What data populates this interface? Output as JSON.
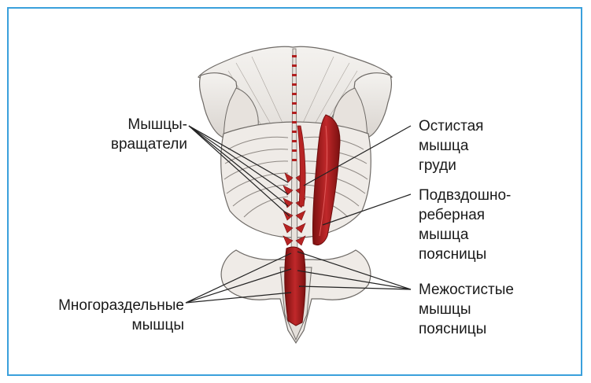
{
  "labels": {
    "rotatores": [
      "Мышцы-",
      "вращатели"
    ],
    "multifidus": [
      "Многораздельные",
      "мышцы"
    ],
    "spinalis": [
      "Остистая",
      "мышца",
      "груди"
    ],
    "iliocostalis": [
      "Подвздошно-",
      "реберная",
      "мышца",
      "поясницы"
    ],
    "interspinales": [
      "Межостистые",
      "мышцы",
      "поясницы"
    ]
  },
  "colors": {
    "frame": "#3aa0dc",
    "muscle": "#b01e1e",
    "muscle_dark": "#7a1010",
    "bone": "#ece8e4",
    "outline": "#6e6a66",
    "leader": "#222222"
  }
}
